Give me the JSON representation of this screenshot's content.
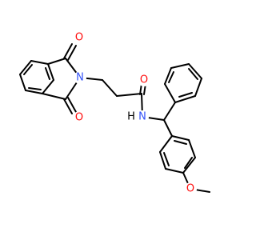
{
  "molecule": {
    "atoms": [
      {
        "id": "o1",
        "label": "O",
        "color": "#ff0d0d",
        "kind": "carbonyl-oxygen"
      },
      {
        "id": "o2",
        "label": "O",
        "color": "#ff0d0d",
        "kind": "carbonyl-oxygen"
      },
      {
        "id": "n1",
        "label": "N",
        "color": "#3050f8",
        "kind": "imide-nitrogen"
      },
      {
        "id": "o3",
        "label": "O",
        "color": "#ff0d0d",
        "kind": "amide-oxygen"
      },
      {
        "id": "nh",
        "label": "N",
        "color": "#3050f8",
        "kind": "amide-nitrogen"
      },
      {
        "id": "h1",
        "label": "H",
        "color": "#000000",
        "kind": "amide-hydrogen"
      },
      {
        "id": "o4",
        "label": "O",
        "color": "#ff0d0d",
        "kind": "methoxy-oxygen"
      }
    ]
  }
}
